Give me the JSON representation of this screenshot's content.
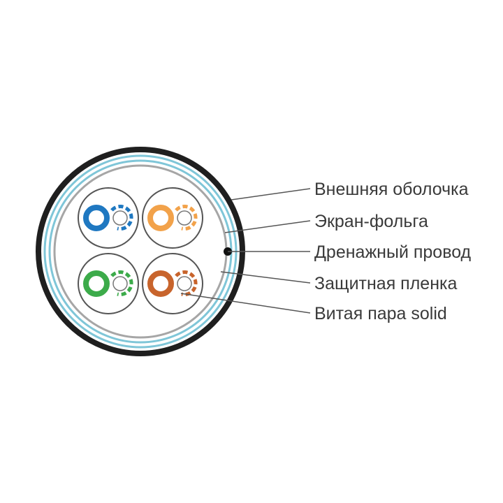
{
  "labels": {
    "outer_jacket": "Внешняя оболочка",
    "foil_shield": "Экран-фольга",
    "drain_wire": "Дренажный провод",
    "protective_film": "Защитная пленка",
    "twisted_pair": "Витая пара solid"
  },
  "colors": {
    "jacket": "#1f1f1f",
    "foil": "#7fc6d8",
    "film": "#a6a6a6",
    "leader_line": "#555555",
    "pair_blue": "#1f78c1",
    "pair_orange": "#f2a24a",
    "pair_green": "#3cab4a",
    "pair_brown": "#c8642c"
  },
  "pairs": [
    "blue",
    "orange",
    "green",
    "brown"
  ]
}
